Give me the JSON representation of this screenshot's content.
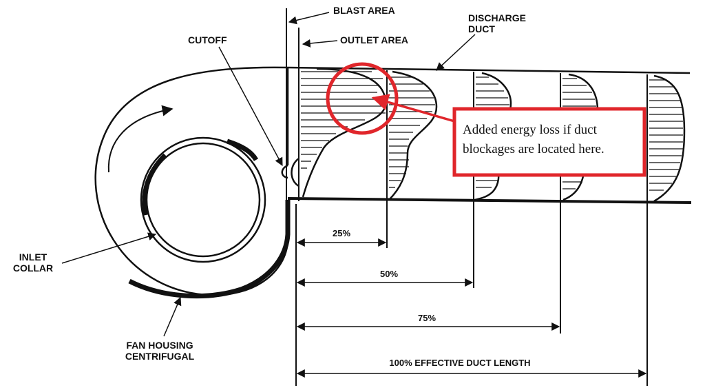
{
  "diagram": {
    "labels": {
      "blast_area": "BLAST AREA",
      "outlet_area": "OUTLET AREA",
      "discharge_duct_line1": "DISCHARGE",
      "discharge_duct_line2": "DUCT",
      "cutoff": "CUTOFF",
      "inlet_collar_line1": "INLET",
      "inlet_collar_line2": "COLLAR",
      "fan_housing_line1": "FAN HOUSING",
      "fan_housing_line2": "CENTRIFUGAL"
    },
    "dimensions": {
      "pct25": "25%",
      "pct50": "50%",
      "pct75": "75%",
      "pct100": "100% EFFECTIVE DUCT LENGTH"
    },
    "callout": {
      "line1": "Added energy loss if duct",
      "line2": "blockages are located here."
    },
    "colors": {
      "annotation": "#e0262b",
      "ink": "#111111"
    }
  }
}
